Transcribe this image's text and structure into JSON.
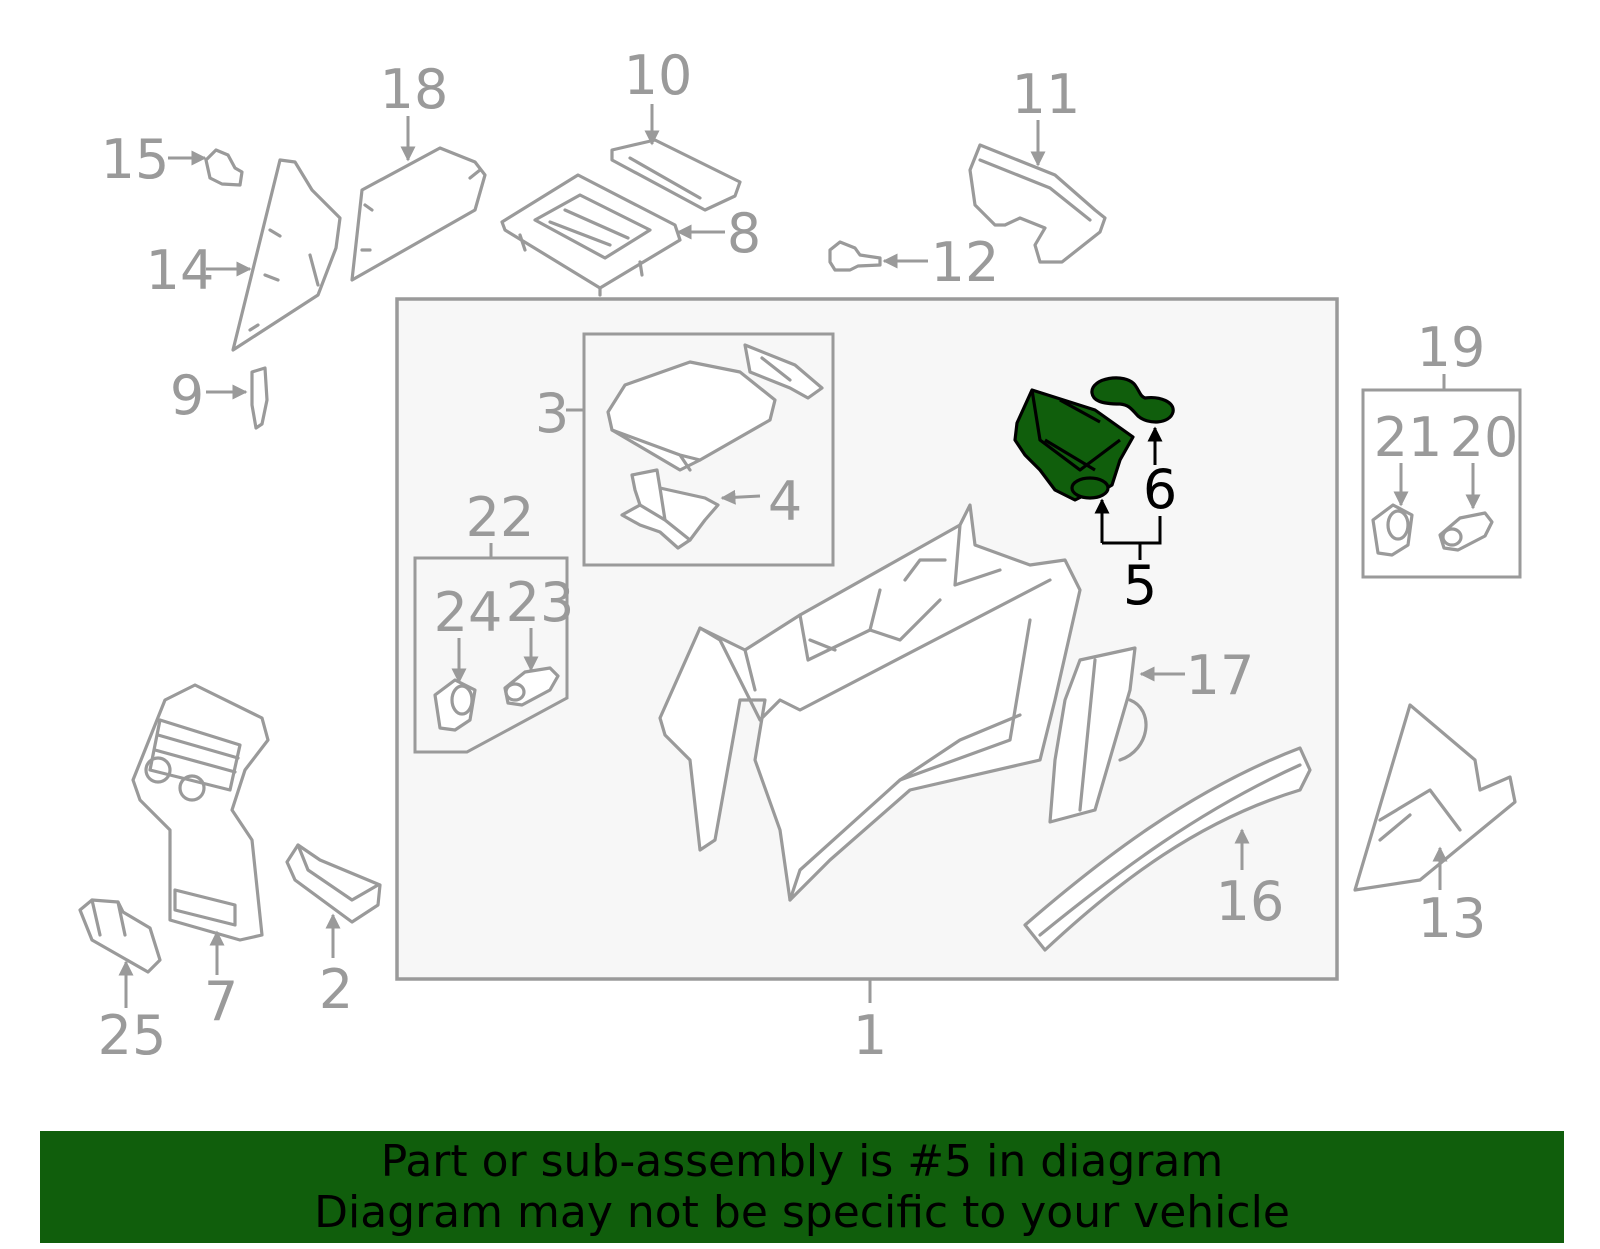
{
  "colors": {
    "highlight": "#105e0c",
    "linework": "#9a9a9a",
    "panel": "#f7f7f7"
  },
  "highlighted_part": "5",
  "callouts": {
    "n1": "1",
    "n2": "2",
    "n3": "3",
    "n4": "4",
    "n5": "5",
    "n6": "6",
    "n7": "7",
    "n8": "8",
    "n9": "9",
    "n10": "10",
    "n11": "11",
    "n12": "12",
    "n13": "13",
    "n14": "14",
    "n15": "15",
    "n16": "16",
    "n17": "17",
    "n18": "18",
    "n19": "19",
    "n20": "20",
    "n21": "21",
    "n22": "22",
    "n23": "23",
    "n24": "24",
    "n25": "25"
  },
  "banner": {
    "line1": "Part or sub-assembly is #5 in diagram",
    "line2": "Diagram may not be specific to your vehicle"
  }
}
